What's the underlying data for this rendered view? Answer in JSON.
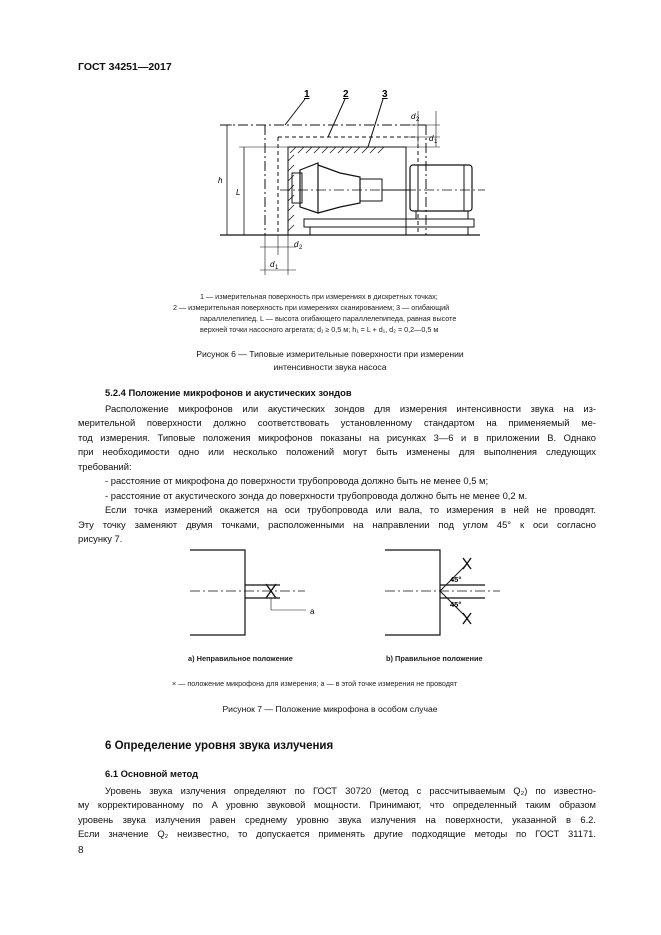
{
  "header": {
    "standard": "ГОСТ 34251—2017"
  },
  "figure6": {
    "labels": {
      "n1": "1",
      "n2": "2",
      "n3": "3",
      "h": "h",
      "L": "L",
      "d1": "d",
      "d2": "d",
      "sub1": "1",
      "sub2": "2"
    },
    "legend": [
      "1 — измерительная поверхность при измерениях в дискретных точках;",
      "2 — измерительная поверхность при измерениях сканированием; 3 — огибающий",
      "параллелепипед. L — высота огибающего параллелепипеда, равная высоте",
      "верхней точки насосного агрегата; d₁ ≥ 0,5 м; h₁ = L + d₁, d₂ = 0,2—0,5 м"
    ],
    "caption": [
      "Рисунок 6 — Типовые измерительные поверхности при измерении",
      "интенсивности звука насоса"
    ]
  },
  "section524": {
    "heading": "5.2.4 Положение микрофонов и акустических зондов",
    "lines": [
      "Расположение микрофонов или акустических зондов для измерения интенсивности звука на из-",
      "мерительной поверхности должно соответствовать установленному стандартом на применяемый ме-",
      "тод измерения. Типовые положения микрофонов показаны на рисунках 3—6 и в приложении В. Однако",
      "при необходимости одно или несколько положений могут быть изменены для выполнения следующих",
      "требований:",
      "- расстояние от микрофона до поверхности трубопровода должно быть не менее 0,5 м;",
      "- расстояние от акустического зонда до поверхности трубопровода должно быть не менее 0,2 м.",
      "Если точка измерений окажется на оси трубопровода или вала, то измерения в ней не проводят.",
      "Эту точку заменяют двумя точками, расположенными на направлении под углом 45° к оси согласно",
      "рисунку 7."
    ]
  },
  "figure7": {
    "a_label": "a",
    "angle1": "45°",
    "angle2": "45°",
    "sub_a": "а) Неправильное положение",
    "sub_b": "b) Правильное положение",
    "legend": "× — положение микрофона для измерения; a — в этой точке измерения не проводят",
    "caption": "Рисунок 7 — Положение микрофона в особом случае"
  },
  "section6": {
    "heading": "6 Определение уровня звука излучения",
    "sub_heading": "6.1 Основной метод",
    "lines": [
      "Уровень звука излучения определяют по ГОСТ 30720 (метод с рассчитываемым Q₂) по известно-",
      "му корректированному по A уровню звуковой мощности. Принимают, что определенный таким образом",
      "уровень звука излучения равен среднему уровню звука излучения на поверхности, указанной в 6.2.",
      "Если значение Q₂ неизвестно, то допускается применять другие подходящие методы по ГОСТ 31171."
    ]
  },
  "page_number": "8"
}
